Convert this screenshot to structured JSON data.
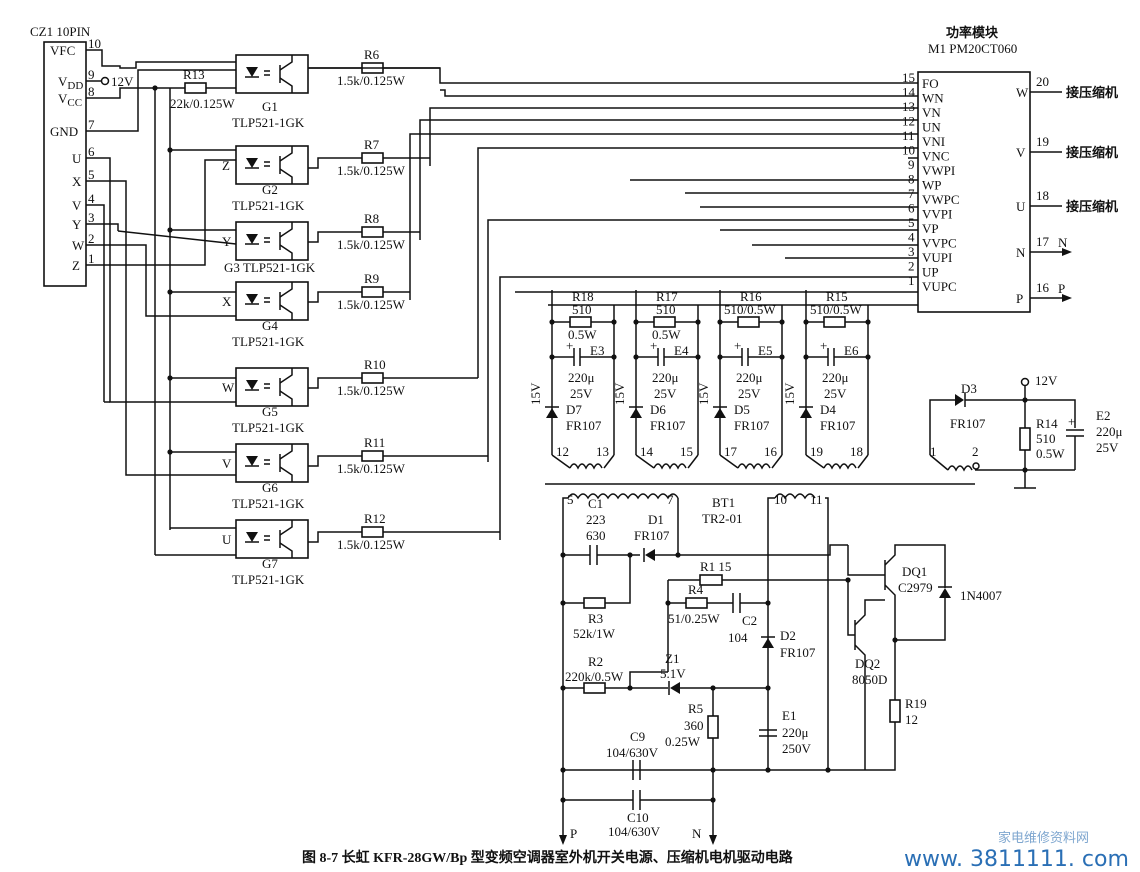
{
  "connector": {
    "title": "CZ1 10PIN",
    "pins": [
      {
        "name": "VFC",
        "num": "10"
      },
      {
        "name": "V_DD",
        "num": "9"
      },
      {
        "name": "V_CC",
        "num": "8"
      },
      {
        "name": "GND",
        "num": "7"
      },
      {
        "name": "U",
        "num": "6"
      },
      {
        "name": "X",
        "num": "5"
      },
      {
        "name": "V",
        "num": "4"
      },
      {
        "name": "Y",
        "num": "3"
      },
      {
        "name": "W",
        "num": "2"
      },
      {
        "name": "Z",
        "num": "1"
      }
    ],
    "supply_label": "12V"
  },
  "r13": {
    "name": "R13",
    "value": "22k/0.125W"
  },
  "opto": [
    {
      "name": "G1",
      "part": "TLP521-1GK",
      "input": ""
    },
    {
      "name": "G2",
      "part": "TLP521-1GK",
      "input": "Z"
    },
    {
      "name": "G3",
      "part": "G3 TLP521-1GK",
      "input": "Y"
    },
    {
      "name": "G4",
      "part": "TLP521-1GK",
      "input": "X"
    },
    {
      "name": "G5",
      "part": "TLP521-1GK",
      "input": "W"
    },
    {
      "name": "G6",
      "part": "TLP521-1GK",
      "input": "V"
    },
    {
      "name": "G7",
      "part": "TLP521-1GK",
      "input": "U"
    }
  ],
  "res_out": [
    {
      "name": "R6",
      "value": "1.5k/0.125W"
    },
    {
      "name": "R7",
      "value": "1.5k/0.125W"
    },
    {
      "name": "R8",
      "value": "1.5k/0.125W"
    },
    {
      "name": "R9",
      "value": "1.5k/0.125W"
    },
    {
      "name": "R10",
      "value": "1.5k/0.125W"
    },
    {
      "name": "R11",
      "value": "1.5k/0.125W"
    },
    {
      "name": "R12",
      "value": "1.5k/0.125W"
    }
  ],
  "module": {
    "title": "功率模块",
    "part": "M1 PM20CT060",
    "left_pins": [
      {
        "num": "15",
        "name": "FO"
      },
      {
        "num": "14",
        "name": "WN"
      },
      {
        "num": "13",
        "name": "VN"
      },
      {
        "num": "12",
        "name": "UN"
      },
      {
        "num": "11",
        "name": "VNI"
      },
      {
        "num": "10",
        "name": "VNC"
      },
      {
        "num": "9",
        "name": "VWPI"
      },
      {
        "num": "8",
        "name": "WP"
      },
      {
        "num": "7",
        "name": "VWPC"
      },
      {
        "num": "6",
        "name": "VVPI"
      },
      {
        "num": "5",
        "name": "VP"
      },
      {
        "num": "4",
        "name": "VVPC"
      },
      {
        "num": "3",
        "name": "VUPI"
      },
      {
        "num": "2",
        "name": "UP"
      },
      {
        "num": "1",
        "name": "VUPC"
      }
    ],
    "right_pins": [
      {
        "num": "20",
        "name": "W",
        "out": "接压缩机"
      },
      {
        "num": "19",
        "name": "V",
        "out": "接压缩机"
      },
      {
        "num": "18",
        "name": "U",
        "out": "接压缩机"
      },
      {
        "num": "17",
        "name": "N",
        "out": "N"
      },
      {
        "num": "16",
        "name": "P",
        "out": "P"
      }
    ]
  },
  "supplies": [
    {
      "r": "R18",
      "rv": "510",
      "rw": "0.5W",
      "c": "E3",
      "cv": "220μ",
      "cvolt": "25V",
      "z": "15V",
      "d": "D7",
      "dv": "FR107",
      "ta": "12",
      "tb": "13"
    },
    {
      "r": "R17",
      "rv": "510",
      "rw": "0.5W",
      "c": "E4",
      "cv": "220μ",
      "cvolt": "25V",
      "z": "15V",
      "d": "D6",
      "dv": "FR107",
      "ta": "14",
      "tb": "15"
    },
    {
      "r": "R16",
      "rv": "510/0.5W",
      "rw": "",
      "c": "E5",
      "cv": "220μ",
      "cvolt": "25V",
      "z": "15V",
      "d": "D5",
      "dv": "FR107",
      "ta": "17",
      "tb": "16"
    },
    {
      "r": "R15",
      "rv": "510/0.5W",
      "rw": "",
      "c": "E6",
      "cv": "220μ",
      "cvolt": "25V",
      "z": "15V",
      "d": "D4",
      "dv": "FR107",
      "ta": "19",
      "tb": "18"
    }
  ],
  "aux": {
    "d3": "D3",
    "d3v": "FR107",
    "v12": "12V",
    "r14": "R14",
    "r14v": "510",
    "r14w": "0.5W",
    "e2": "E2",
    "e2v": "220μ",
    "e2volt": "25V",
    "t1": "1",
    "t2": "2"
  },
  "transformer": {
    "name": "BT1",
    "part": "TR2-01",
    "p5": "5",
    "p7": "7",
    "p10": "10",
    "p11": "11"
  },
  "primary": {
    "c1": "C1",
    "c1v": "223",
    "c1volt": "630",
    "d1": "D1",
    "d1v": "FR107",
    "r1": "R1 15",
    "r3": "R3",
    "r3v": "52k/1W",
    "r4": "R4",
    "r4v": "51/0.25W",
    "c2": "C2",
    "c2v": "104",
    "d2": "D2",
    "d2v": "FR107",
    "r2": "R2",
    "r2v": "220k/0.5W",
    "z1": "Z1",
    "z1v": "5.1V",
    "r5": "R5",
    "r5v": "360",
    "r5w": "0.25W",
    "e1": "E1",
    "e1v": "220μ",
    "e1volt": "250V",
    "c9": "C9",
    "c9v": "104/630V",
    "c10": "C10",
    "c10v": "104/630V",
    "dq1": "DQ1",
    "dq1v": "C2979",
    "dq2": "DQ2",
    "dq2v": "8050D",
    "d1n": "1N4007",
    "r19": "R19",
    "r19v": "12",
    "p": "P",
    "n": "N"
  },
  "caption": "图 8-7   长虹 KFR-28GW/Bp 型变频空调器室外机开关电源、压缩机电机驱动电路",
  "watermark": {
    "url": "www. 3811111. com",
    "site": "家电维修资料网"
  }
}
